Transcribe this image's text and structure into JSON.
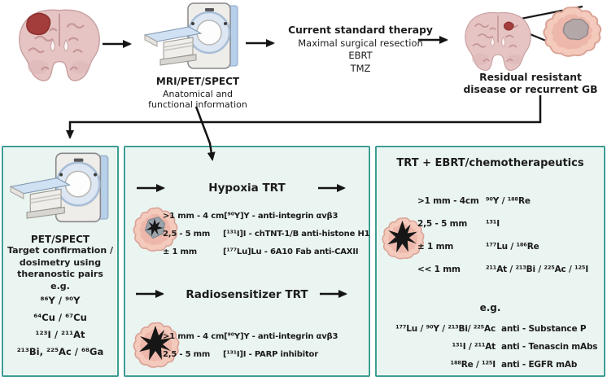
{
  "figure": {
    "subject": "Theranostic workflow for glioblastoma treatment"
  },
  "colors": {
    "panel_background": "#eaf4f0",
    "panel_border": "#3d9d93",
    "arrow": "#141414",
    "brain_pink": "#e6c4c4",
    "brain_gyri": "#c69698",
    "tumor_red": "#a23d3b",
    "cell_pink": "#f4cabd",
    "nucleus_gray": "#b4a7a8",
    "scanner_blue": "#cfe1f3",
    "text": "#1c1c1c"
  },
  "icons": {
    "brain_primary": "brain-with-tumor-icon",
    "brain_recurrent": "recurrent-brain-icon",
    "scanner": "mri-scanner-icon",
    "tumor_cell": "tumor-cell-icon",
    "hypoxia_tumor": "hypoxia-tumor-icon",
    "radiosensitizer_tumor": "radiosensitizer-tumor-icon",
    "combo_tumor": "combo-tumor-icon",
    "arrows": "flow-arrow"
  },
  "top_flow": {
    "scanner_label": "MRI/PET/SPECT",
    "scanner_sub1": "Anatomical and",
    "scanner_sub2": "functional information",
    "therapy_title": "Current standard therapy",
    "therapy_lines": [
      "Maximal surgical resection",
      "EBRT",
      "TMZ"
    ],
    "outcome_line1": "Residual resistant",
    "outcome_line2": "disease or recurrent GB"
  },
  "left_panel": {
    "title": "PET/SPECT",
    "lines": [
      "Target confirmation /",
      "dosimetry using",
      "theranostic pairs",
      "e.g."
    ],
    "pairs": [
      "⁸⁶Y / ⁹⁰Y",
      "⁶⁴Cu / ⁶⁷Cu",
      "¹²³I / ²¹¹At",
      "²¹³Bi, ²²⁵Ac / ⁶⁸Ga"
    ]
  },
  "middle_panel": {
    "hypoxia_title": "Hypoxia TRT",
    "hypoxia_rows": [
      {
        "size": ">1 mm - 4 cm",
        "agent": "[⁹⁰Y]Y - anti-integrin αvβ3"
      },
      {
        "size": "2,5 - 5 mm",
        "agent": "[¹³¹I]I - chTNT-1/B anti-histone H1"
      },
      {
        "size": "± 1 mm",
        "agent": "[¹⁷⁷Lu]Lu - 6A10 Fab anti-CAXII"
      }
    ],
    "radio_title": "Radiosensitizer TRT",
    "radio_rows": [
      {
        "size": ">1 mm - 4 cm",
        "agent": "[⁹⁰Y]Y - anti-integrin αvβ3"
      },
      {
        "size": "2,5 - 5 mm",
        "agent": "[¹³¹I]I - PARP inhibitor"
      }
    ]
  },
  "right_panel": {
    "title": "TRT + EBRT/chemotherapeutics",
    "rows": [
      {
        "size": ">1 mm - 4cm",
        "isotopes": "⁹⁰Y / ¹⁸⁸Re"
      },
      {
        "size": "2,5 - 5 mm",
        "isotopes": "¹³¹I"
      },
      {
        "size": "± 1 mm",
        "isotopes": "¹⁷⁷Lu / ¹⁸⁶Re"
      },
      {
        "size": "<< 1 mm",
        "isotopes": "²¹¹At / ²¹³Bi / ²²⁵Ac / ¹²⁵I"
      }
    ],
    "eg_label": "e.g.",
    "eg_rows": [
      {
        "isotopes": "¹⁷⁷Lu / ⁹⁰Y / ²¹³Bi/ ²²⁵Ac",
        "agent": "anti - Substance P"
      },
      {
        "isotopes": "¹³¹I / ²¹¹At",
        "agent": "anti - Tenascin mAbs"
      },
      {
        "isotopes": "¹⁸⁸Re / ¹²⁵I",
        "agent": "anti - EGFR mAb"
      }
    ]
  }
}
